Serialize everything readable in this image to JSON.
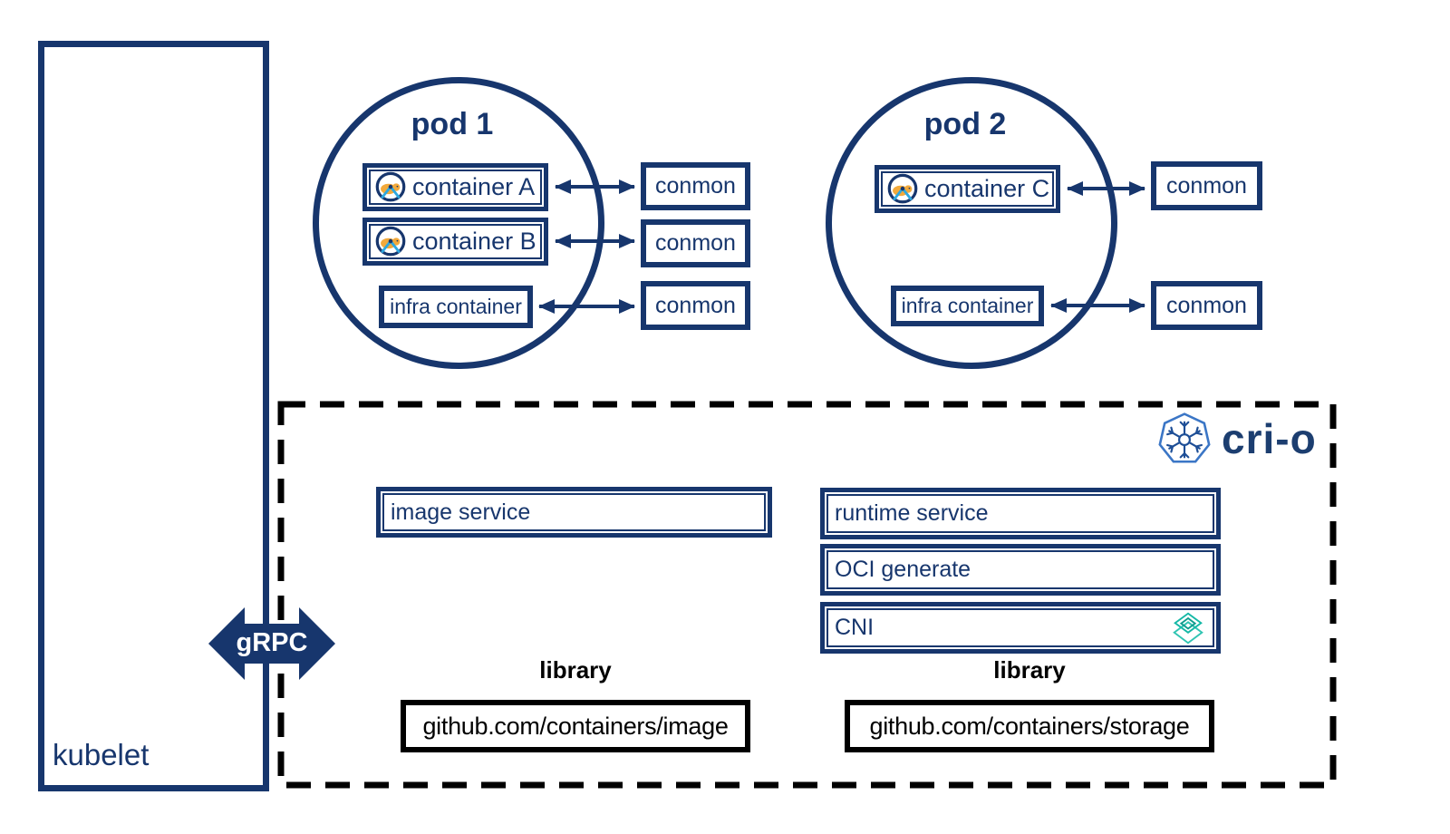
{
  "colors": {
    "navy": "#17366d",
    "black": "#000000",
    "cni_teal": "#14b8a6",
    "hamster_orange": "#f2a93b",
    "wheel_spoke_blue": "#2da7e0",
    "logo_heptagon_blue": "#3b76c6"
  },
  "kubelet": {
    "label": "kubelet"
  },
  "grpc": {
    "label": "gRPC"
  },
  "conmon_label": "conmon",
  "pods": [
    {
      "title": "pod 1",
      "containers": [
        "container A",
        "container B"
      ],
      "infra_label": "infra container"
    },
    {
      "title": "pod 2",
      "containers": [
        "container C"
      ],
      "infra_label": "infra container"
    }
  ],
  "crio": {
    "logo_text": "cri-o",
    "services": {
      "image": "image service",
      "runtime": "runtime service",
      "oci": "OCI generate",
      "cni": "CNI"
    },
    "libraries": [
      {
        "caption": "library",
        "repo": "github.com/containers/image"
      },
      {
        "caption": "library",
        "repo": "github.com/containers/storage"
      }
    ]
  }
}
